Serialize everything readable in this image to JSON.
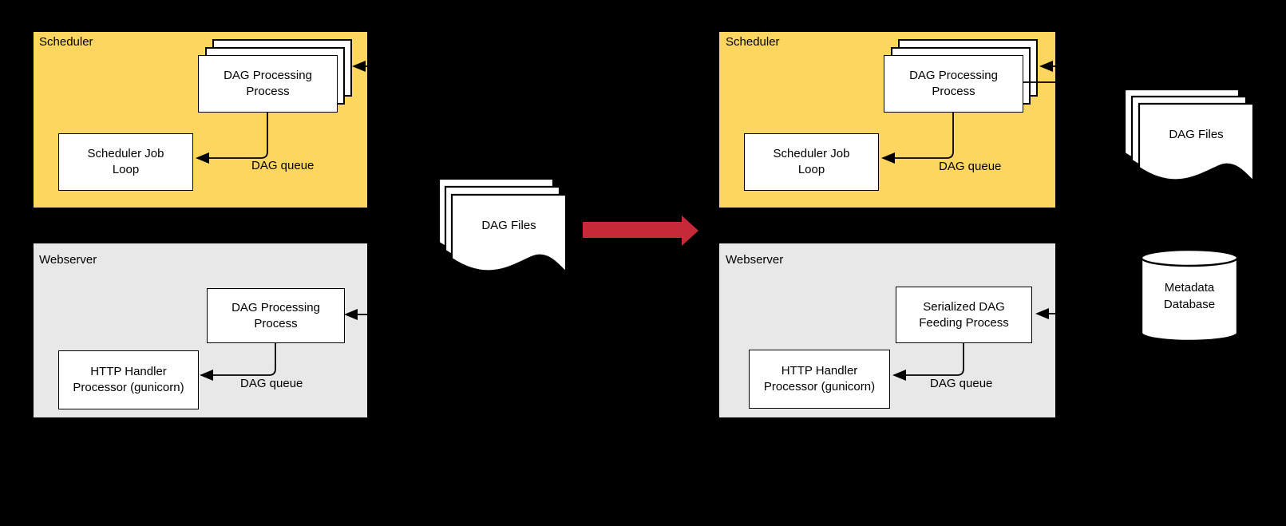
{
  "colors": {
    "background": "#000000",
    "scheduler_panel": "#FCD65F",
    "webserver_panel": "#E8E8E8",
    "process_box": "#FFFFFF",
    "line": "#000000",
    "migration_arrow_red": "#C62A39"
  },
  "before": {
    "scheduler": {
      "title": "Scheduler",
      "dag_processing": "DAG Processing\nProcess",
      "job_loop": "Scheduler Job\nLoop",
      "queue": "DAG queue"
    },
    "webserver": {
      "title": "Webserver",
      "dag_processing": "DAG Processing\nProcess",
      "http_handler": "HTTP Handler\nProcessor (gunicorn)",
      "queue": "DAG queue"
    }
  },
  "migration": {
    "dag_files": "DAG Files"
  },
  "after": {
    "scheduler": {
      "title": "Scheduler",
      "dag_processing": "DAG Processing\nProcess",
      "job_loop": "Scheduler Job\nLoop",
      "queue": "DAG queue"
    },
    "webserver": {
      "title": "Webserver",
      "feeding_process": "Serialized DAG\nFeeding Process",
      "http_handler": "HTTP Handler\nProcessor (gunicorn)",
      "queue": "DAG queue"
    },
    "dag_files": "DAG Files",
    "metadata_db": "Metadata\nDatabase"
  }
}
